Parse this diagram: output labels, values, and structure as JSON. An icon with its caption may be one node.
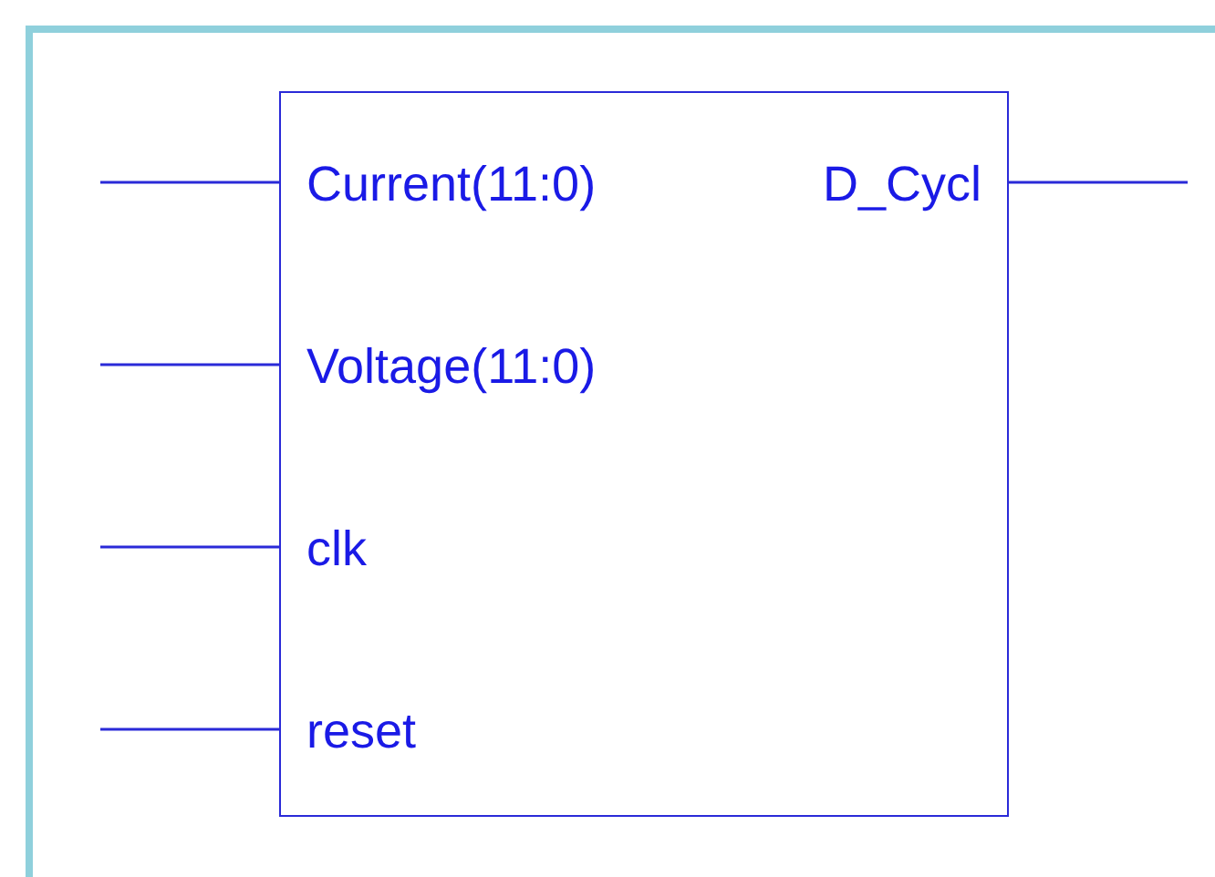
{
  "diagram": {
    "nodes": [
      {
        "text": [
          "Current(11:0)",
          "D_Cycl",
          "Voltage(11:0)",
          "clk",
          "reset"
        ]
      }
    ]
  }
}
